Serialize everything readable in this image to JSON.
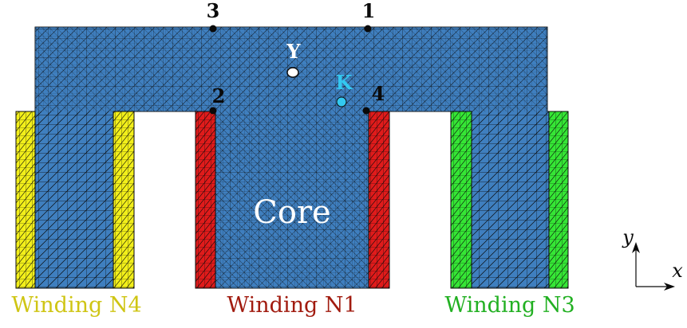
{
  "labels": {
    "core": "Core",
    "winding_n4": "Winding N4",
    "winding_n1": "Winding N1",
    "winding_n3": "Winding N3",
    "point_y": "Y",
    "point_k": "K",
    "node_1": "1",
    "node_2": "2",
    "node_3": "3",
    "node_4": "4",
    "axis_x": "x",
    "axis_y": "y"
  },
  "colors": {
    "core": "#3f7fbf",
    "mesh_line": "#0a0a0a",
    "winding_n4": "#f2ef1a",
    "winding_n1": "#e01b1b",
    "winding_n3": "#35e635",
    "winding_n4_text": "#cfc514",
    "winding_n1_text": "#a11b0f",
    "winding_n3_text": "#22b022",
    "point_k": "#33c8f0",
    "point_y": "#ffffff",
    "core_text": "#ffffff",
    "background": "#ffffff"
  }
}
